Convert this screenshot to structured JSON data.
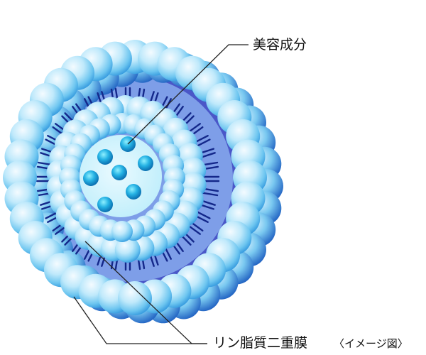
{
  "labels": {
    "cosmetic_ingredient": "美容成分",
    "membrane": "リン脂質二重膜",
    "note": "〈イメージ図〉"
  },
  "colors": {
    "bead_light": "#f4fbff",
    "bead_mid": "#8ed7f5",
    "bead_dark": "#2f86d6",
    "membrane_fill": "#7e9ee8",
    "membrane_shadow": "#4a57c8",
    "tail": "#14288a",
    "core_fill": "#d8f4fd",
    "dot_light": "#7fe3f7",
    "dot_dark": "#0a82c4",
    "line": "#222222"
  }
}
